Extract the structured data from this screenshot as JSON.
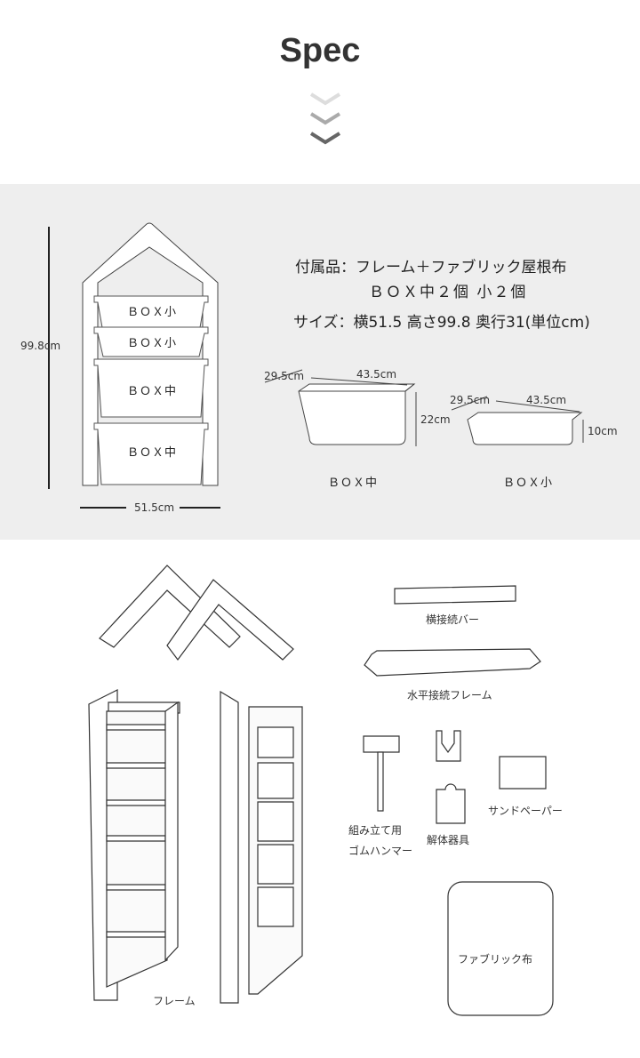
{
  "title": "Spec",
  "spec": {
    "accessories": "付属品：フレーム＋ファブリック屋根布",
    "boxes": "ＢＯＸ中２個 小２個",
    "size": "サイズ：横51.5 高さ99.8 奥行31(単位cm)"
  },
  "frame_diagram": {
    "height": "99.8cm",
    "width": "51.5cm",
    "shelves": [
      "ＢＯＸ小",
      "ＢＯＸ小",
      "ＢＯＸ中",
      "ＢＯＸ中"
    ]
  },
  "box_medium": {
    "depth": "29.5cm",
    "width": "43.5cm",
    "height": "22cm",
    "label": "ＢＯＸ中"
  },
  "box_small": {
    "depth": "29.5cm",
    "width": "43.5cm",
    "height": "10cm",
    "label": "ＢＯＸ小"
  },
  "parts": {
    "bar": "横接続バー",
    "horizontal_frame": "水平接続フレーム",
    "hammer_1": "組み立て用",
    "hammer_2": "ゴムハンマー",
    "tool": "解体器具",
    "sandpaper": "サンドペーパー",
    "fabric": "ファブリック布",
    "frame": "フレーム"
  }
}
